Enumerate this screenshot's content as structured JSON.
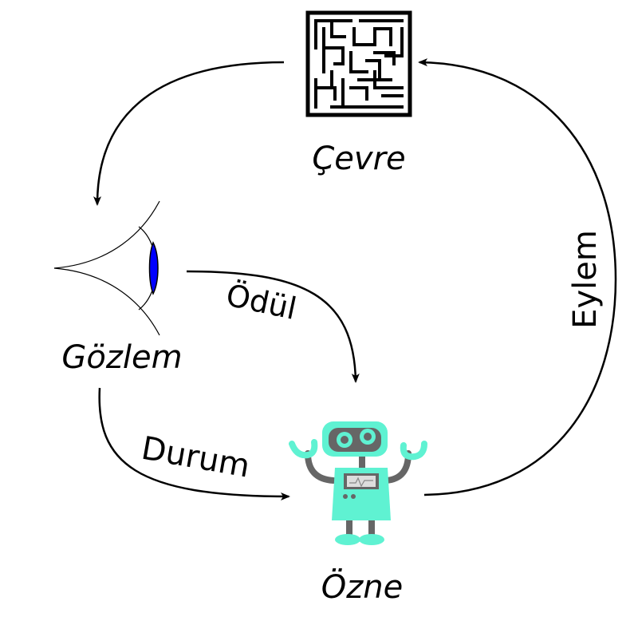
{
  "nodes": {
    "environment": {
      "label": "Çevre",
      "icon": "maze-icon"
    },
    "observation": {
      "label": "Gözlem",
      "icon": "eye-icon"
    },
    "agent": {
      "label": "Özne",
      "icon": "robot-icon"
    }
  },
  "edges": {
    "reward": {
      "label": "Ödül"
    },
    "state": {
      "label": "Durum"
    },
    "action": {
      "label": "Eylem"
    }
  },
  "colors": {
    "robot_body": "#5ff2d2",
    "robot_gray": "#666666",
    "eye_iris": "#0000ff",
    "stroke": "#000000"
  }
}
